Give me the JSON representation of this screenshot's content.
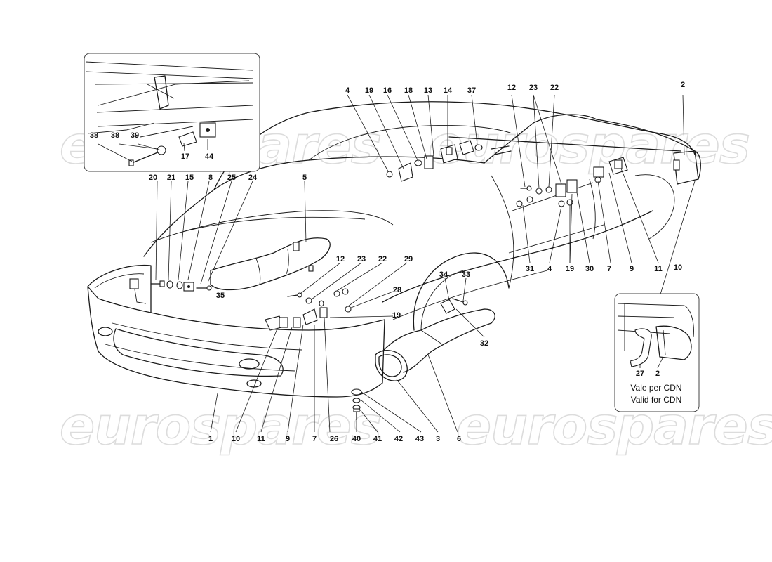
{
  "watermark": {
    "text": "eurospares"
  },
  "inset_top_left": {
    "callouts": [
      "38",
      "38",
      "39",
      "17",
      "44"
    ]
  },
  "inset_bottom_right": {
    "callouts": [
      "27",
      "2"
    ],
    "note_line1": "Vale per CDN",
    "note_line2": "Valid for CDN"
  },
  "callouts": {
    "left_row": [
      "20",
      "21",
      "15",
      "8",
      "25",
      "24"
    ],
    "hood": "5",
    "mid_upper": [
      "12",
      "23",
      "22",
      "29",
      "35",
      "28",
      "19"
    ],
    "bottom_row": [
      "1",
      "10",
      "11",
      "9",
      "7",
      "26",
      "40",
      "41",
      "42",
      "43",
      "3",
      "6"
    ],
    "wheel": [
      "34",
      "33",
      "32"
    ],
    "top_row": [
      "4",
      "19",
      "16",
      "18",
      "13",
      "14",
      "37",
      "12",
      "23",
      "22",
      "2"
    ],
    "right_row": [
      "31",
      "4",
      "19",
      "30",
      "7",
      "9",
      "11",
      "10"
    ]
  },
  "icons": [
    "screw-icon",
    "washer-icon",
    "nut-icon",
    "bracket-icon",
    "mounting-block-icon",
    "air-duct-icon"
  ]
}
